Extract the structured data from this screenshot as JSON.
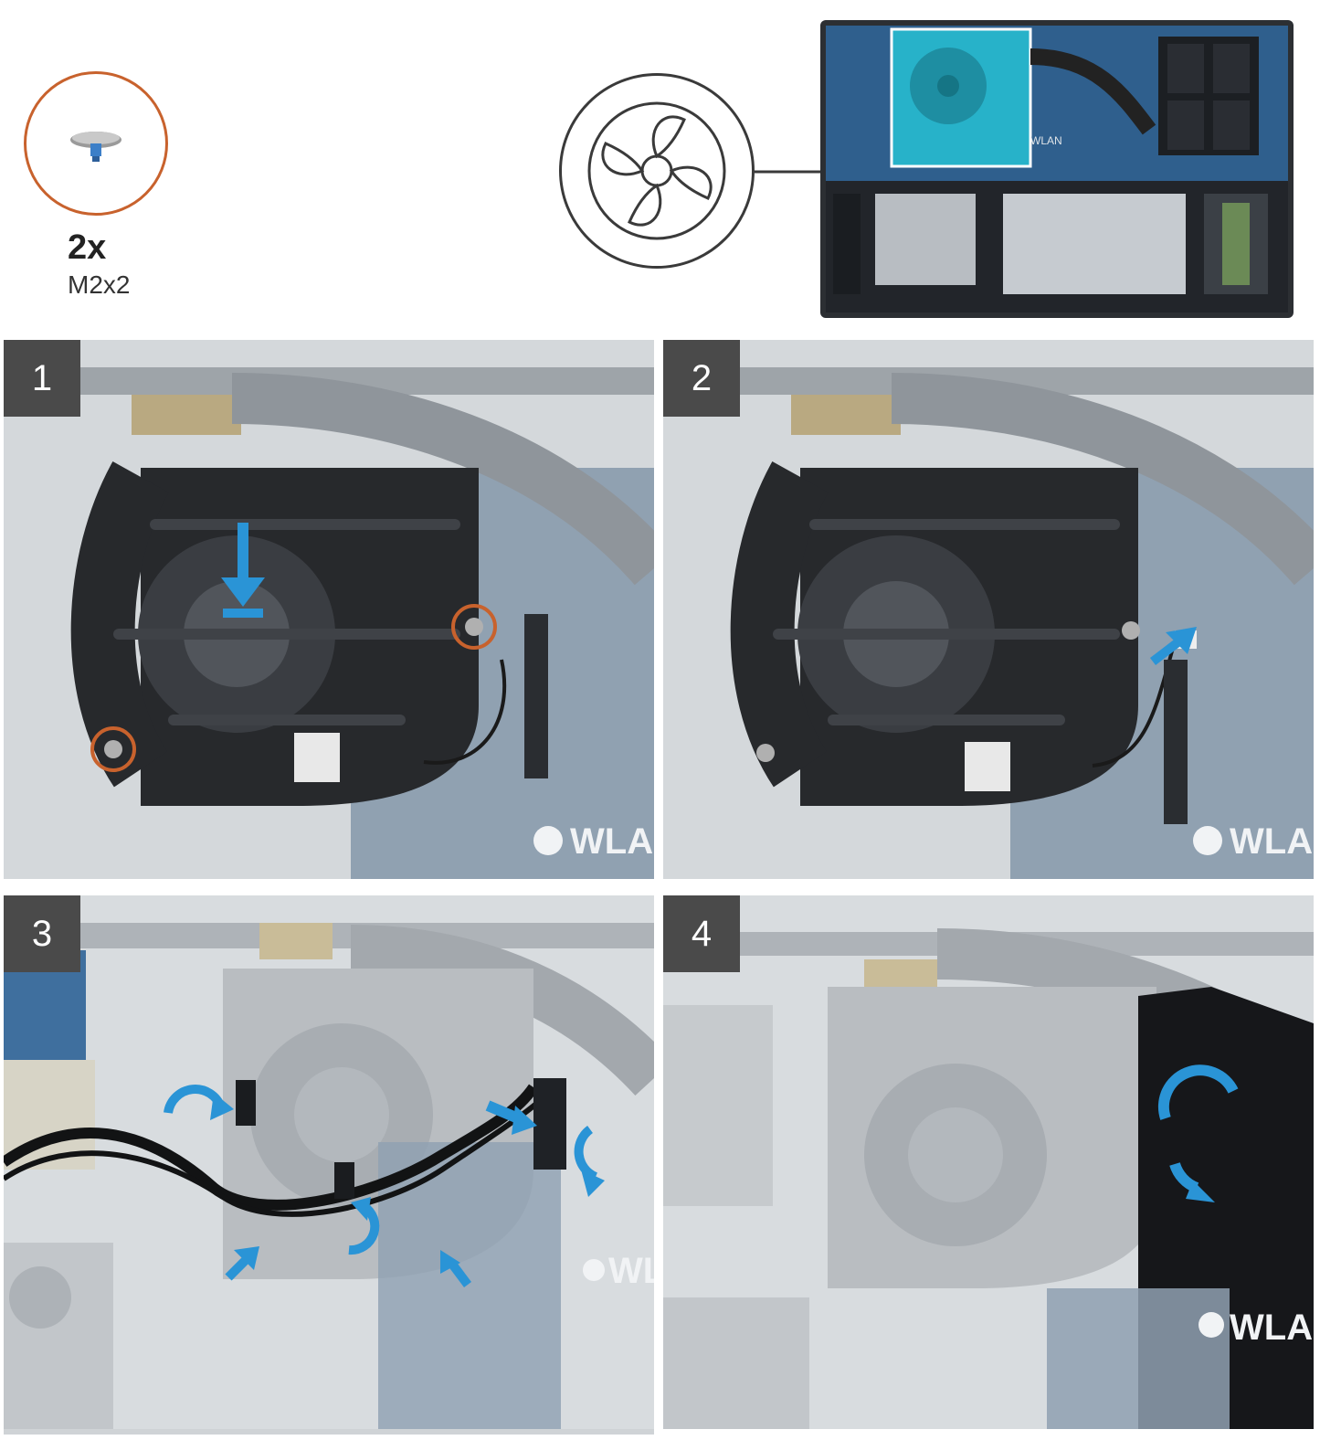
{
  "screw": {
    "quantity": "2x",
    "size": "M2x2"
  },
  "icons": {
    "fan": "fan-icon",
    "screw": "screw-icon"
  },
  "overview": {
    "label": "WLAN"
  },
  "steps": [
    {
      "number": "1",
      "board_label": "WLA"
    },
    {
      "number": "2",
      "board_label": "WLA"
    },
    {
      "number": "3",
      "board_label": "WL"
    },
    {
      "number": "4",
      "board_label": "WLA"
    }
  ],
  "colors": {
    "screw_highlight": "#c8622d",
    "arrow": "#2a94d6",
    "highlight_region": "#27b2c9"
  }
}
